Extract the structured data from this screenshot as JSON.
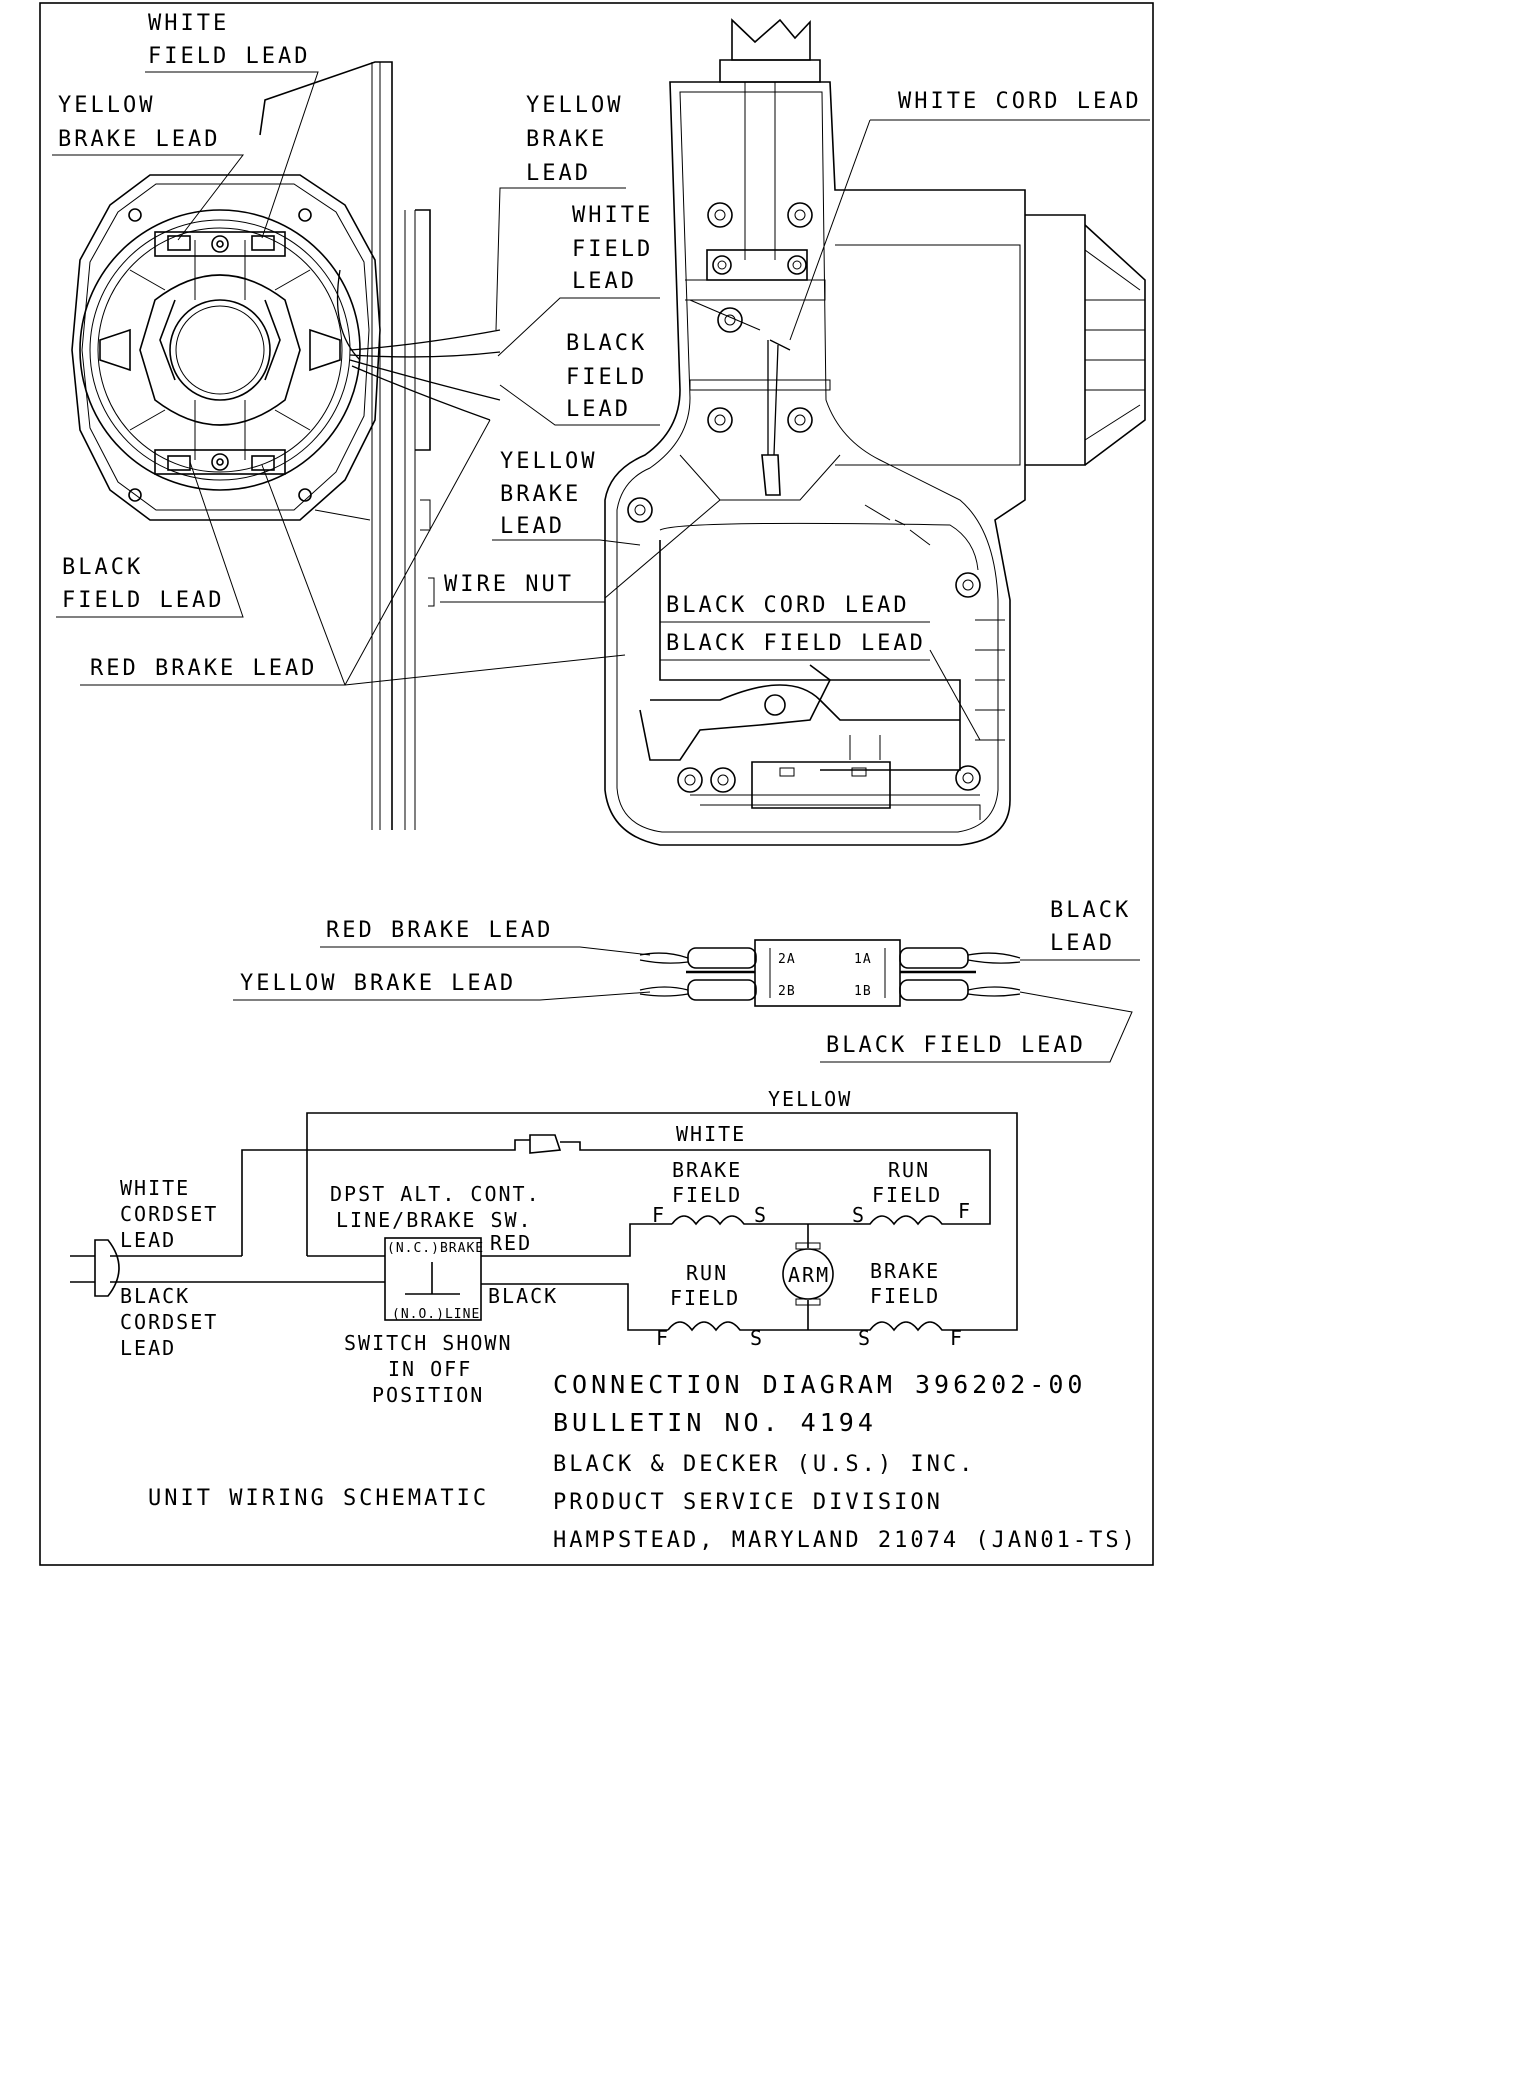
{
  "drawing": {
    "labels": {
      "white_field_lead_top": [
        "WHITE",
        "FIELD LEAD"
      ],
      "yellow_brake_lead_left": [
        "YELLOW",
        "BRAKE LEAD"
      ],
      "yellow_brake_lead_mid": [
        "YELLOW",
        "BRAKE",
        "LEAD"
      ],
      "white_field_lead_mid": [
        "WHITE",
        "FIELD",
        "LEAD"
      ],
      "black_field_lead_mid": [
        "BLACK",
        "FIELD",
        "LEAD"
      ],
      "yellow_brake_lead_lower": [
        "YELLOW",
        "BRAKE",
        "LEAD"
      ],
      "black_field_lead_left": [
        "BLACK",
        "FIELD LEAD"
      ],
      "white_cord_lead": "WHITE CORD LEAD",
      "wire_nut": "WIRE NUT",
      "black_cord_lead": "BLACK CORD LEAD",
      "black_field_lead_handle": "BLACK FIELD LEAD",
      "red_brake_lead": "RED BRAKE LEAD"
    }
  },
  "switch_detail": {
    "red_brake_lead": "RED BRAKE LEAD",
    "yellow_brake_lead": "YELLOW BRAKE LEAD",
    "black_lead": [
      "BLACK",
      "LEAD"
    ],
    "black_field_lead": "BLACK FIELD LEAD",
    "terminals": [
      "2A",
      "2B",
      "1A",
      "1B"
    ]
  },
  "schematic": {
    "yellow": "YELLOW",
    "white": "WHITE",
    "red": "RED",
    "black": "BLACK",
    "white_cordset_lead": [
      "WHITE",
      "CORDSET",
      "LEAD"
    ],
    "black_cordset_lead": [
      "BLACK",
      "CORDSET",
      "LEAD"
    ],
    "switch_title": [
      "DPST ALT. CONT.",
      "LINE/BRAKE SW."
    ],
    "switch_nc": "(N.C.)BRAKE",
    "switch_no": "(N.O.)LINE",
    "switch_note": [
      "SWITCH SHOWN",
      "IN OFF",
      "POSITION"
    ],
    "brake_field_top": [
      "BRAKE",
      "FIELD"
    ],
    "run_field_top": [
      "RUN",
      "FIELD"
    ],
    "run_field_bottom": [
      "RUN",
      "FIELD"
    ],
    "brake_field_bottom": [
      "BRAKE",
      "FIELD"
    ],
    "arm": "ARM",
    "f": "F",
    "s": "S",
    "title": "UNIT WIRING SCHEMATIC"
  },
  "title_block": {
    "line1": "CONNECTION DIAGRAM 396202-00",
    "line2": "BULLETIN NO. 4194",
    "line3": "BLACK & DECKER (U.S.) INC.",
    "line4": "PRODUCT SERVICE DIVISION",
    "line5": "HAMPSTEAD, MARYLAND 21074 (JAN01-TS)"
  }
}
